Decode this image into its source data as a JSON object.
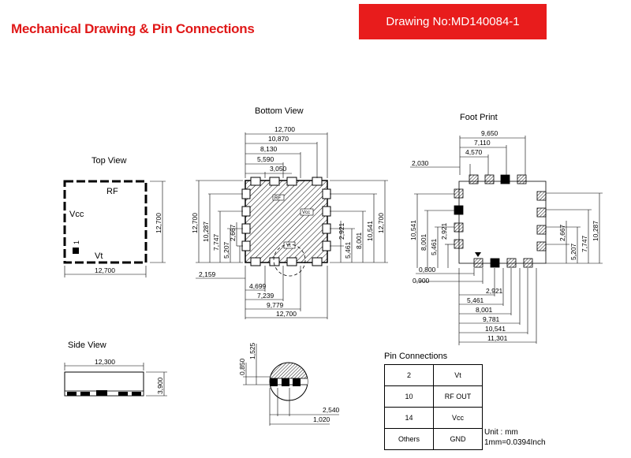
{
  "header": {
    "title": "Mechanical Drawing & Pin Connections",
    "drawing_no": "Drawing No:MD140084-1"
  },
  "top_view": {
    "title": "Top View",
    "rf": "RF",
    "vcc": "Vcc",
    "vt": "Vt",
    "pin1": "1",
    "width": "12,700",
    "height": "12,700"
  },
  "bottom_view": {
    "title": "Bottom View",
    "rf_mark": "RF",
    "vcc_mark": "Vcc",
    "vt_mark": "Vt",
    "top_dims": [
      "12,700",
      "10,870",
      "8,130",
      "5,590",
      "3,050"
    ],
    "left_dims": [
      "12,700",
      "10,287",
      "7,747",
      "5,207",
      "2,667"
    ],
    "right_dims": [
      "2,921",
      "5,461",
      "8,001",
      "10,541",
      "12,700"
    ],
    "left_offset": "2,159",
    "bottom_dims": [
      "4,699",
      "7,239",
      "9,779",
      "12,700"
    ]
  },
  "foot_print": {
    "title": "Foot Print",
    "top_dims": [
      "9,650",
      "7,110",
      "4,570"
    ],
    "left_offset": "2,030",
    "left_dims": [
      "10,541",
      "8,001",
      "5,461",
      "2,921"
    ],
    "right_dims": [
      "2,667",
      "5,207",
      "7,747",
      "10,287"
    ],
    "small_dims": [
      "0,800",
      "0,900"
    ],
    "bottom_dims": [
      "2,921",
      "5,461",
      "8,001",
      "9,781",
      "10,541",
      "11,301"
    ]
  },
  "side_view": {
    "title": "Side View",
    "width": "12,300",
    "height": "3,900"
  },
  "detail": {
    "dims": [
      "0,850",
      "1,525",
      "2,540",
      "1,020"
    ]
  },
  "pin_connections": {
    "title": "Pin Connections",
    "rows": [
      {
        "pin": "2",
        "func": "Vt"
      },
      {
        "pin": "10",
        "func": "RF OUT"
      },
      {
        "pin": "14",
        "func": "Vcc"
      },
      {
        "pin": "Others",
        "func": "GND"
      }
    ]
  },
  "units": {
    "line1": "Unit : mm",
    "line2": "1mm=0.0394Inch"
  }
}
